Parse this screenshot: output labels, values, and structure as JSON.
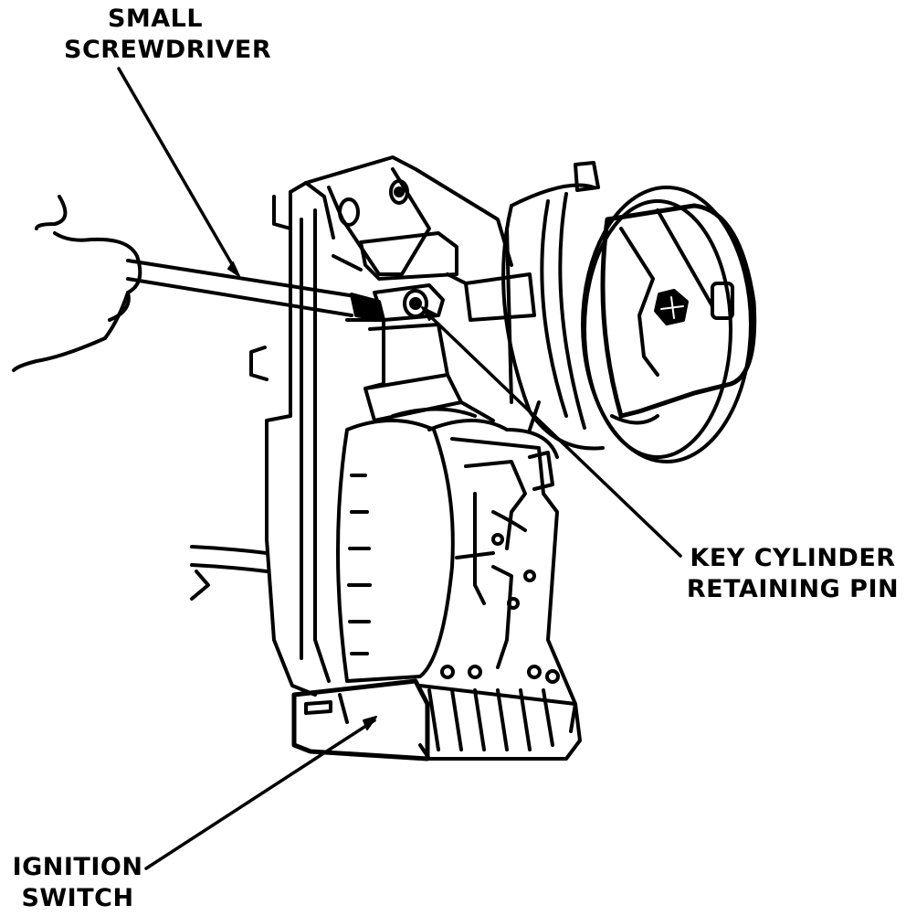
{
  "labels": {
    "screwdriver": {
      "line1": "SMALL",
      "line2": "SCREWDRIVER"
    },
    "retaining_pin": {
      "line1": "KEY CYLINDER",
      "line2": "RETAINING PIN"
    },
    "ignition_switch": {
      "line1": "IGNITION",
      "line2": "SWITCH"
    }
  },
  "colors": {
    "ink": "#000000",
    "paper": "#ffffff"
  }
}
